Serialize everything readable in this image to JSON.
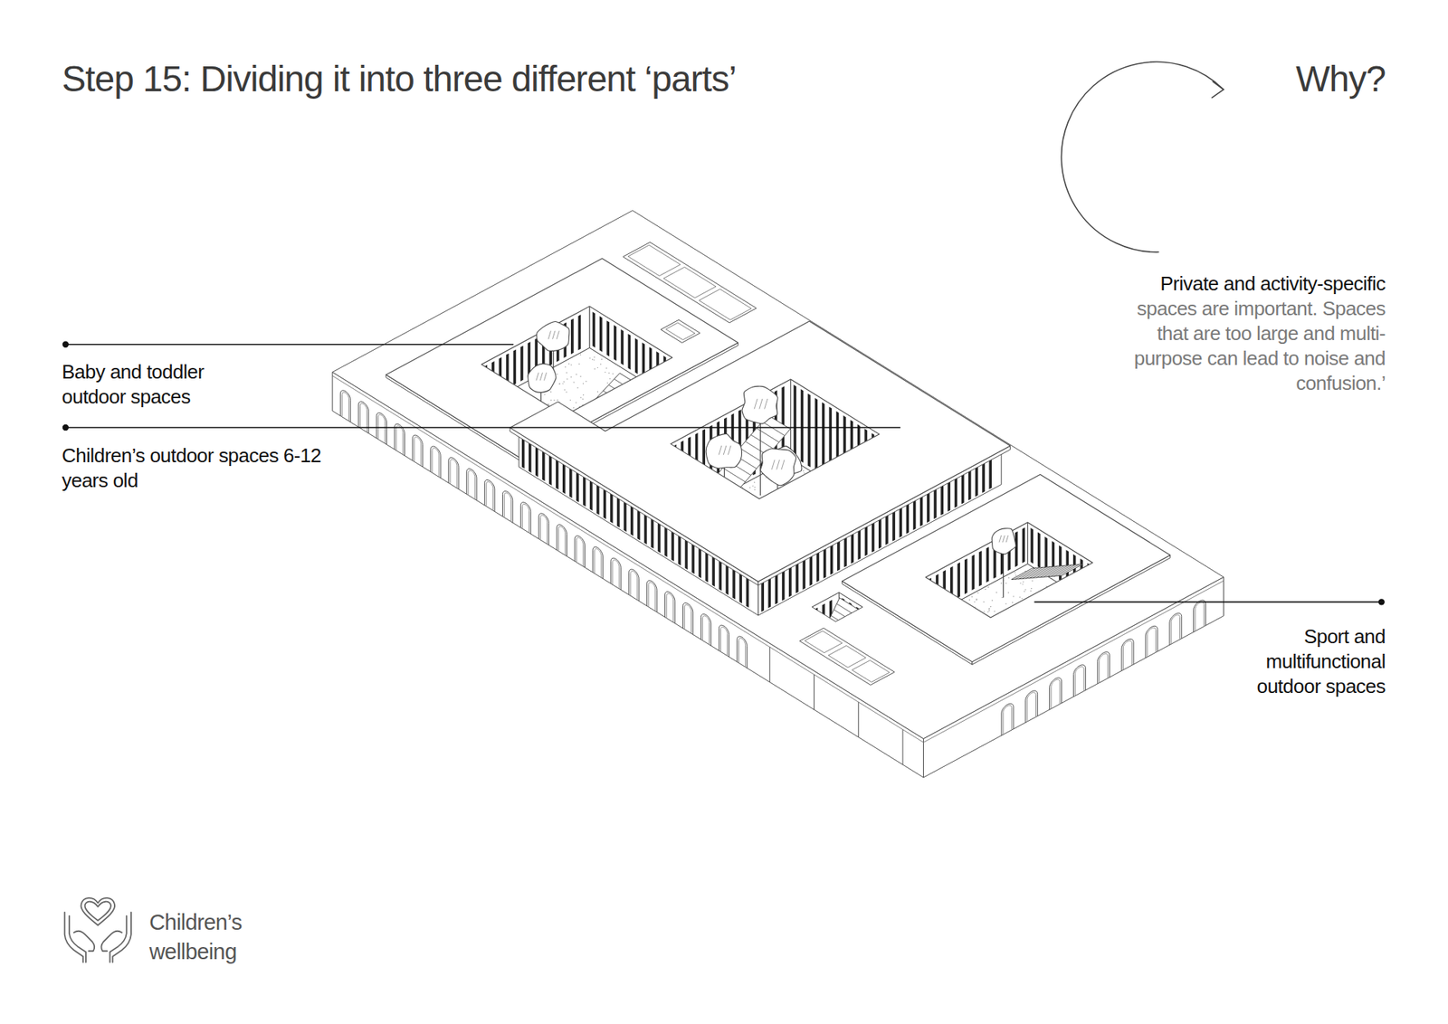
{
  "diagram": {
    "title": "Step 15: Dividing it into three different ‘parts’",
    "labels": [
      "Why?",
      "Private and activity-specific",
      "spaces are important. Spaces that are too large and multi-purpose can lead to noise and confusion.’",
      "Baby and toddler outdoor spaces",
      "Children’s outdoor spaces 6-12 years old",
      "Sport and multifunctional outdoor spaces",
      "Children’s wellbeing"
    ]
  }
}
